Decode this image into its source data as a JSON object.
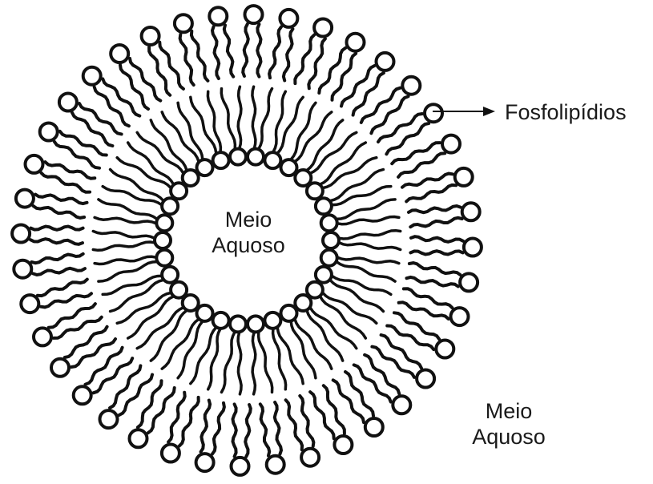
{
  "diagram": {
    "title": "",
    "pointer_label": "Fosfolipídios",
    "inner_region": {
      "line1": "Meio",
      "line2": "Aquoso"
    },
    "outer_region": {
      "line1": "Meio",
      "line2": "Aquoso"
    },
    "colors": {
      "stroke": "#111111",
      "background": "#ffffff",
      "text": "#1a1a1a"
    }
  }
}
